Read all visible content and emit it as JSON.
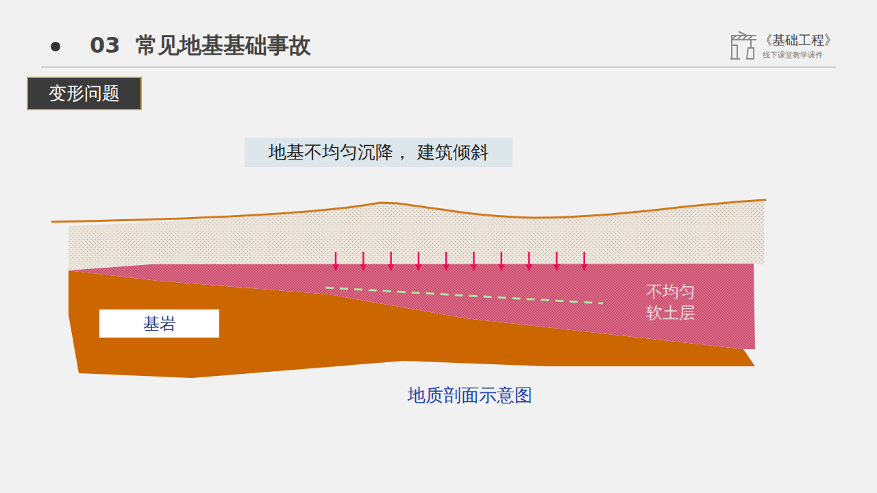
{
  "diagram": {
    "title": "03  常见地基基础事故",
    "caption": "地质剖面示意图",
    "nodes": [
      {
        "text": [
          "变形问题"
        ]
      },
      {
        "text": [
          "地基不均匀沉降， 建筑倾斜"
        ]
      },
      {
        "text": [
          "基岩"
        ]
      },
      {
        "text": [
          "不均匀 软土层"
        ]
      }
    ],
    "labels": [
      "《基础工程》",
      "线下课堂教学课件"
    ]
  }
}
